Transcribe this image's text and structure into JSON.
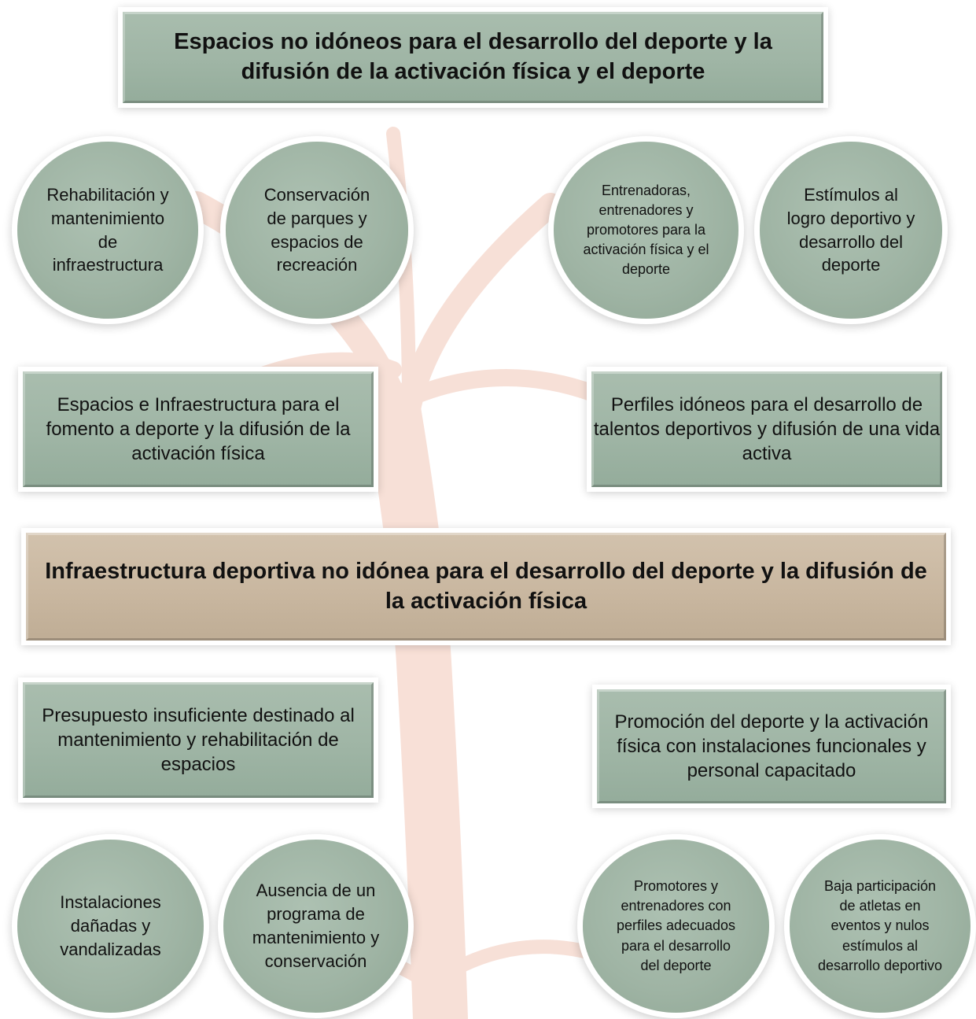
{
  "top_title": "Espacios no idóneos para el desarrollo del deporte y la difusión de la activación física y el deporte",
  "top_circles": [
    "Rehabilitación y mantenimiento de infraestructura",
    "Conservación de parques y espacios de recreación",
    "Entrenadoras, entrenadores y promotores para la activación física y el deporte",
    "Estímulos al logro deportivo y desarrollo del deporte"
  ],
  "middle_upper": [
    "Espacios e Infraestructura para el fomento a deporte y la difusión de la activación física",
    "Perfiles idóneos para el desarrollo de talentos deportivos y difusión de una vida activa"
  ],
  "central_title": "Infraestructura deportiva no idónea para el desarrollo del deporte y la difusión de la activación física",
  "middle_lower": [
    "Presupuesto insuficiente destinado al mantenimiento y rehabilitación de espacios",
    "Promoción del deporte y la activación física con instalaciones funcionales y personal capacitado"
  ],
  "bottom_circles": [
    "Instalaciones dañadas y vandalizadas",
    "Ausencia de un programa de mantenimiento y conservación",
    "Promotores y entrenadores con perfiles adecuados para el desarrollo del deporte",
    "Baja participación de atletas en eventos y nulos estímulos al desarrollo deportivo"
  ],
  "colors": {
    "box_green": "#a3b8a8",
    "box_tan": "#cdbca6",
    "tree_watermark": "#f6d9cf"
  }
}
